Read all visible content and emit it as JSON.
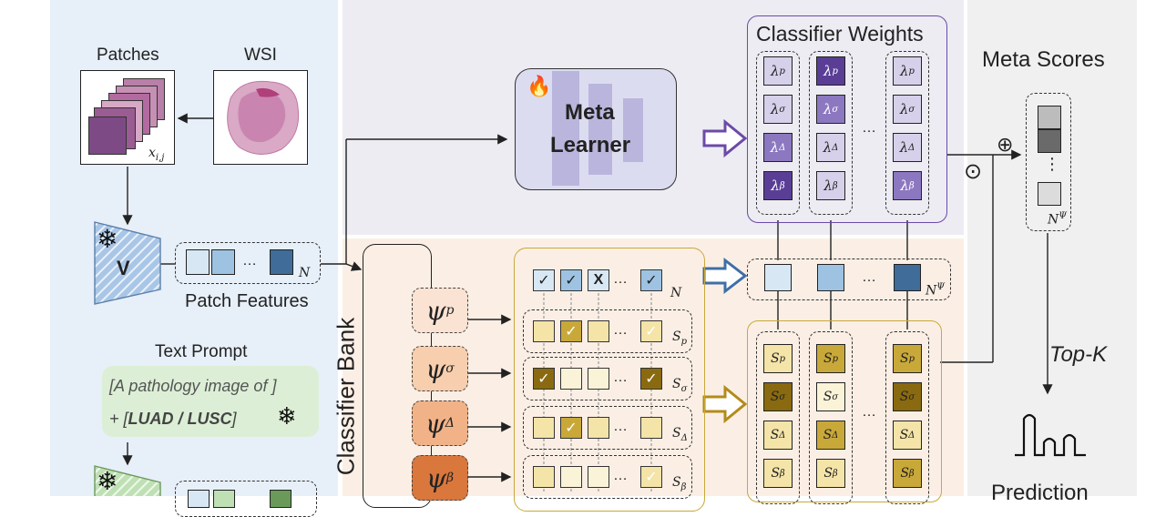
{
  "patches_label": "Patches",
  "wsi_label": "WSI",
  "patch_index": "x",
  "patch_index_sub": "i,j",
  "encoder_v": "V",
  "ellipsis": "…",
  "n_label": "N",
  "patch_features_label": "Patch Features",
  "text_prompt_label": "Text Prompt",
  "prompt_line1": "[A pathology image of ]",
  "prompt_line2_prefix": "+ [",
  "prompt_line2_bold": "LUAD / LUSC",
  "prompt_line2_suffix": "]",
  "meta_learner_line1": "Meta",
  "meta_learner_line2": "Learner",
  "classifier_weights_label": "Classifier Weights",
  "meta_scores_label": "Meta Scores",
  "classifier_bank_label": "Classifier Bank",
  "psi_symbol": "ψ",
  "subs": {
    "p": "p",
    "sigma": "σ",
    "delta": "Δ",
    "beta": "β"
  },
  "lambda_symbol": "λ",
  "s_symbol": "S",
  "check_mark": "✓",
  "x_mark": "X",
  "n_psi_base": "N",
  "n_psi_sup": "Ψ",
  "oplus": "⊕",
  "odot": "⊙",
  "vdots": "⋮",
  "top_k_label": "Top-K",
  "prediction_label": "Prediction",
  "colors": {
    "left_panel": "#e6eff8",
    "top_panel": "#ececf2",
    "bottom_panel": "#fbeee3",
    "right_panel": "#f0f0f0",
    "purple_dark": "#5a3e96",
    "purple_mid": "#8c78c0",
    "purple_light": "#d7d0ea",
    "gold_dark": "#8a6a10",
    "gold_mid": "#c9a83a",
    "gold_light": "#f4e4a8",
    "blue_dark": "#3f6c99",
    "blue_mid": "#9ec3e2",
    "blue_light": "#d8e7f4",
    "psi_fill_1": "#fbe3d3",
    "psi_fill_2": "#f7cfae",
    "psi_fill_3": "#f2b287",
    "psi_fill_4": "#d9773c"
  }
}
